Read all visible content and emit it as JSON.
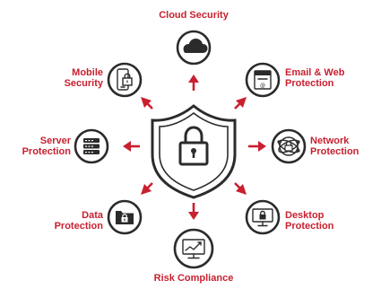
{
  "center": {
    "icon": "shield-padlock-icon"
  },
  "nodes": [
    {
      "key": "cloud",
      "label": "Cloud Security",
      "icon": "cloud-icon"
    },
    {
      "key": "email",
      "label": "Email & Web\nProtection",
      "icon": "email-web-icon"
    },
    {
      "key": "network",
      "label": "Network\nProtection",
      "icon": "network-globe-icon"
    },
    {
      "key": "desktop",
      "label": "Desktop\nProtection",
      "icon": "desktop-lock-icon"
    },
    {
      "key": "risk",
      "label": "Risk Compliance",
      "icon": "monitor-chart-icon"
    },
    {
      "key": "data",
      "label": "Data\nProtection",
      "icon": "folder-lock-icon"
    },
    {
      "key": "server",
      "label": "Server\nProtection",
      "icon": "server-icon"
    },
    {
      "key": "mobile",
      "label": "Mobile\nSecurity",
      "icon": "mobile-lock-icon"
    }
  ],
  "colors": {
    "accent": "#c8202f",
    "dark": "#2b2b2b",
    "background": "#ffffff"
  }
}
